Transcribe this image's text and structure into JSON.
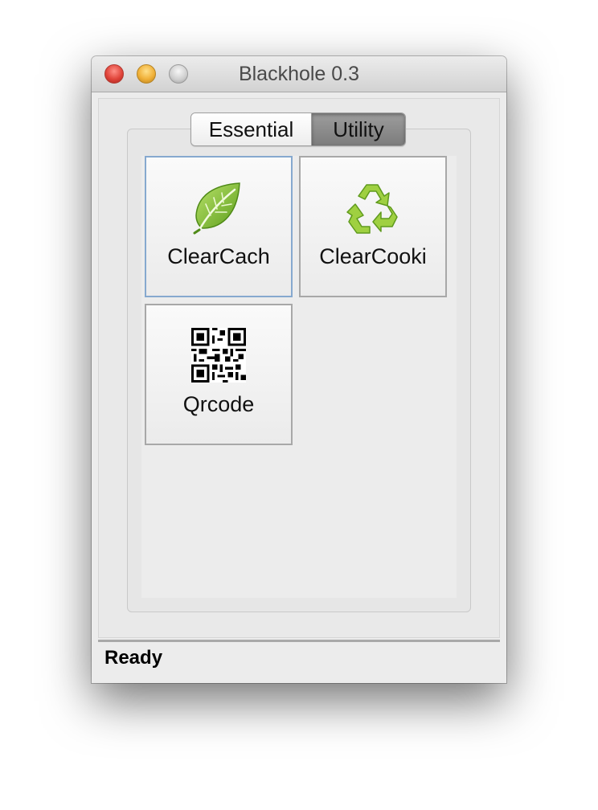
{
  "window": {
    "title": "Blackhole 0.3"
  },
  "tabs": [
    {
      "label": "Essential",
      "selected": false
    },
    {
      "label": "Utility",
      "selected": true
    }
  ],
  "tools": [
    {
      "label": "ClearCach",
      "icon": "leaf-icon",
      "focused": true
    },
    {
      "label": "ClearCooki",
      "icon": "recycle-icon",
      "focused": false
    },
    {
      "label": "Qrcode",
      "icon": "qrcode-icon",
      "focused": false
    }
  ],
  "status": {
    "text": "Ready"
  },
  "colors": {
    "leaf_green": "#8cc63f",
    "focus_border": "#86a9cf",
    "selected_tab": "#8a8a8a"
  }
}
